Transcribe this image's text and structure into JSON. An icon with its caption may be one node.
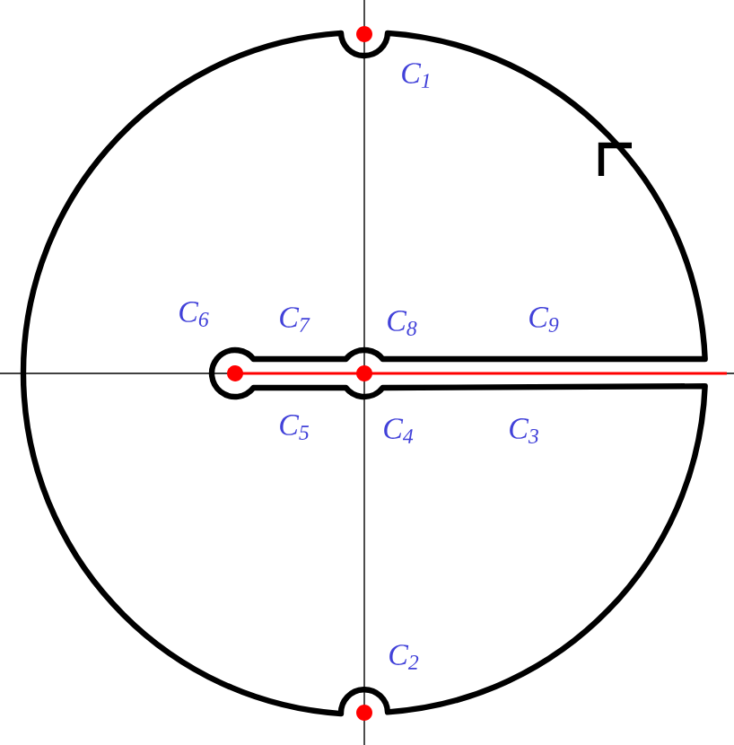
{
  "diagram": {
    "labels": [
      "C$_{1}$",
      "C$_{6}$",
      "C$_{7}$",
      "C$_{8}$",
      "C$_{9}$",
      "C$_{5}$",
      "C$_{4}$",
      "C$_{3}$",
      "C$_{2}$"
    ]
  }
}
